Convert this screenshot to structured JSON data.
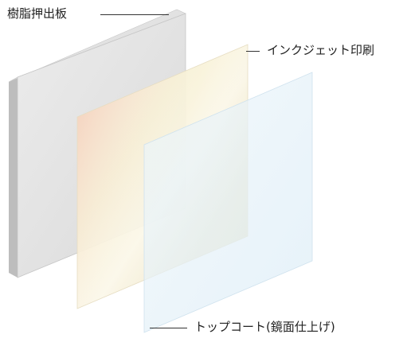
{
  "labels": {
    "substrate": "樹脂押出板",
    "inkjet": "インクジェット印刷",
    "topcoat": "トップコート(鏡面仕上げ)"
  }
}
